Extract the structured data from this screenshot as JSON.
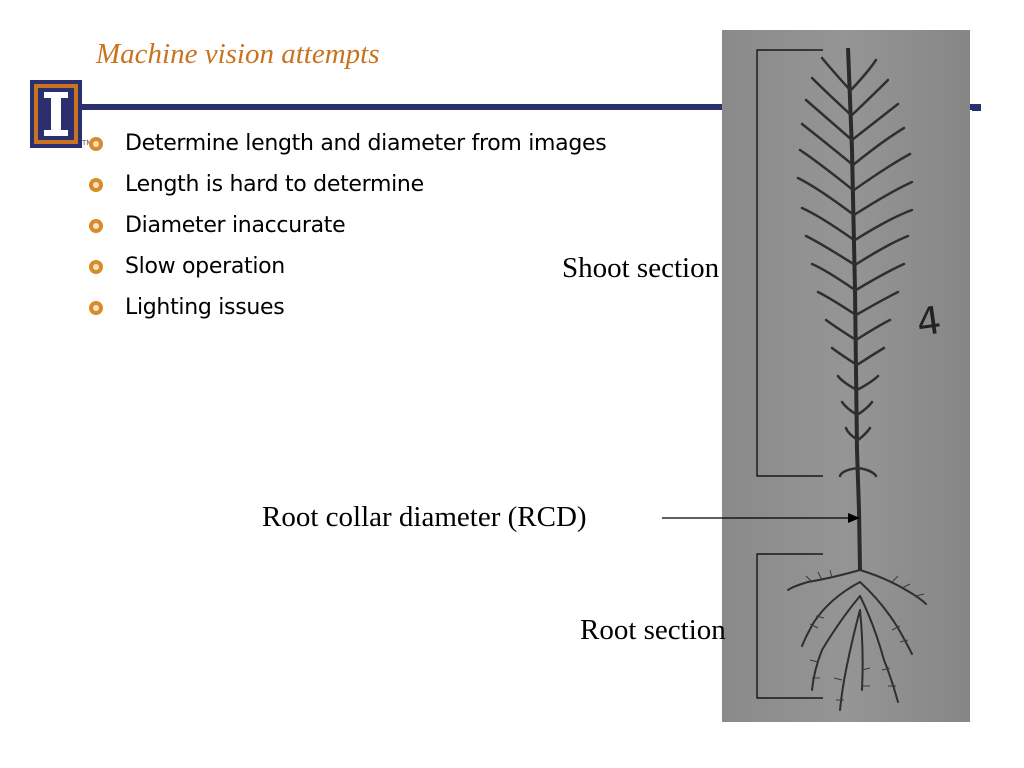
{
  "slide": {
    "title": "Machine vision attempts",
    "logo_letter": "I",
    "trademark": "TM"
  },
  "bullets": [
    "Determine length and diameter from images",
    "Length is hard to determine",
    "Diameter inaccurate",
    "Slow operation",
    "Lighting issues"
  ],
  "figure": {
    "shoot_label": "Shoot section",
    "rcd_label": "Root collar diameter (RCD)",
    "root_label": "Root section",
    "handwritten_number": "4"
  },
  "colors": {
    "title": "#c8731f",
    "rule": "#2b2f70",
    "bullet": "#d98a2b",
    "photo_background": "#7d7d7d"
  }
}
